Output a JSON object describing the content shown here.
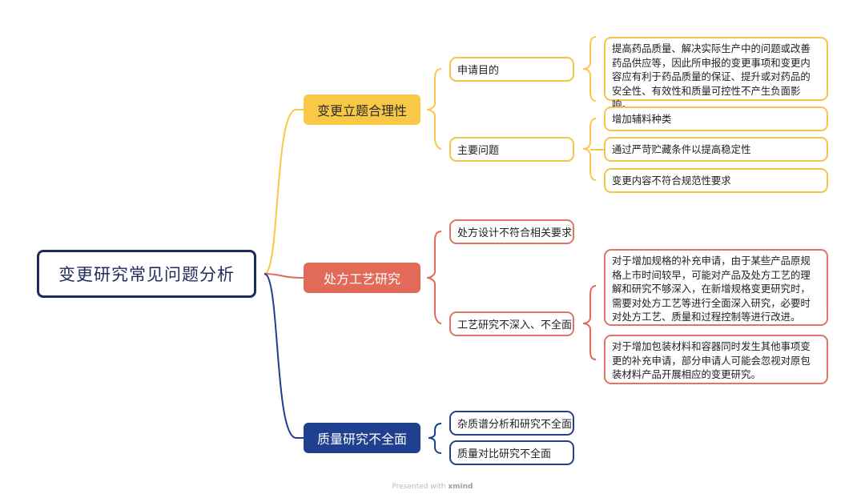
{
  "root": {
    "label": "变更研究常见问题分析"
  },
  "branches": [
    {
      "label": "变更立题合理性",
      "color": "#f9c846",
      "subtopics": [
        {
          "label": "申请目的",
          "leaves": [
            "提高药品质量、解决实际生产中的问题或改善药品供应等，因此所申报的变更事项和变更内容应有利于药品质量的保证、提升或对药品的安全性、有效性和质量可控性不产生负面影响。"
          ]
        },
        {
          "label": "主要问题",
          "leaves": [
            "增加辅料种类",
            "通过严苛贮藏条件以提高稳定性",
            "变更内容不符合规范性要求"
          ]
        }
      ]
    },
    {
      "label": "处方工艺研究",
      "color": "#e26a58",
      "subtopics": [
        {
          "label": "处方设计不符合相关要求",
          "leaves": []
        },
        {
          "label": "工艺研究不深入、不全面",
          "leaves": [
            "对于增加规格的补充申请，由于某些产品原规格上市时间较早，可能对产品及处方工艺的理解和研究不够深入，在新增规格变更研究时，需要对处方工艺等进行全面深入研究，必要时对处方工艺、质量和过程控制等进行改进。",
            "对于增加包装材料和容器同时发生其他事项变更的补充申请，部分申请人可能会忽视对原包装材料产品开展相应的变更研究。"
          ]
        }
      ]
    },
    {
      "label": "质量研究不全面",
      "color": "#1f3f8f",
      "subtopics": [
        {
          "label": "杂质谱分析和研究不全面",
          "leaves": []
        },
        {
          "label": "质量对比研究不全面",
          "leaves": []
        }
      ]
    }
  ],
  "footer": {
    "prefix": "Presented with",
    "brand": "xmind"
  }
}
